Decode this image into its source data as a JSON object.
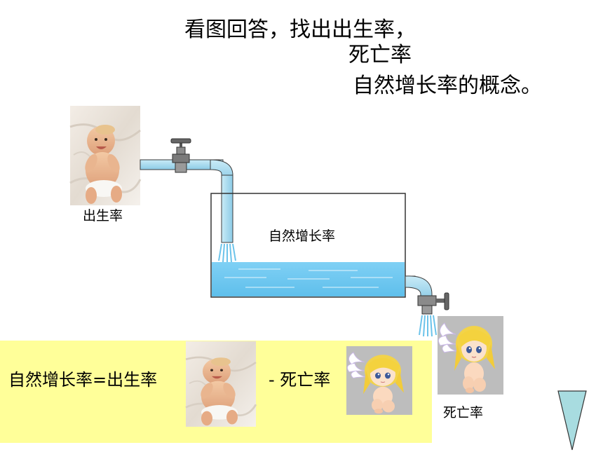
{
  "header": {
    "line1": "看图回答，找出出生率，",
    "line2": "死亡率",
    "line3": "自然增长率的概念。"
  },
  "labels": {
    "birth_rate": "出生率",
    "natural_growth_rate": "自然增长率",
    "death_rate": "死亡率"
  },
  "formula": {
    "left": "自然增长率=出生率",
    "minus": "- 死亡率"
  },
  "images": {
    "baby": "baby-photo",
    "angel": "angel-cartoon"
  },
  "colors": {
    "pipe": "#a8d8ee",
    "water": "#6ec6ef",
    "formula_bg": "#ffff99",
    "triangle": "#a8dce0"
  }
}
